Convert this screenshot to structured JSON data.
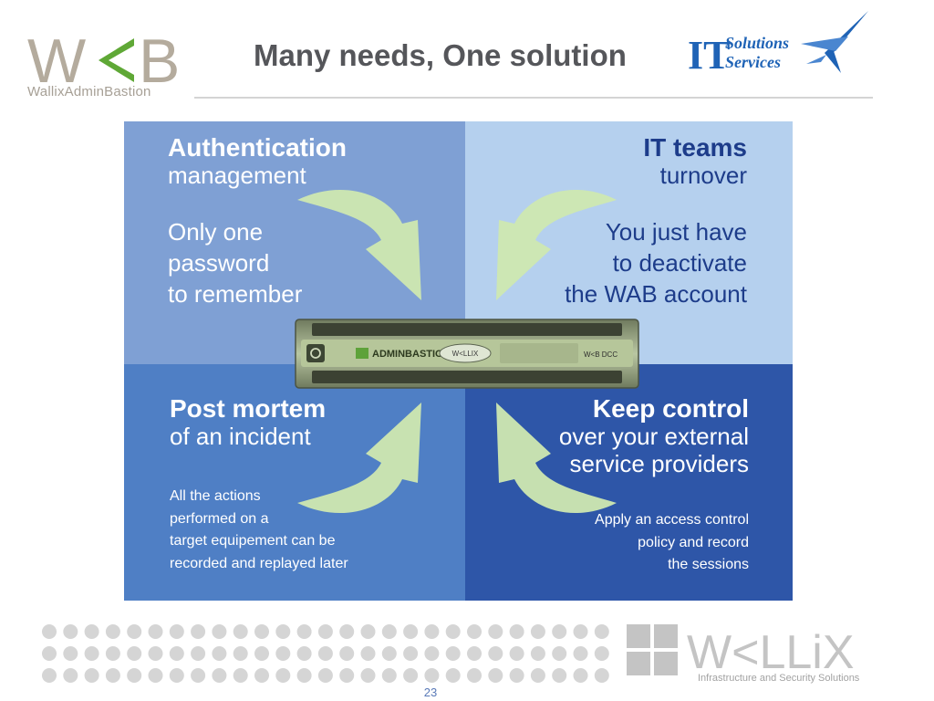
{
  "header": {
    "wab_logo_text": "WAB",
    "wab_logo_subtitle": "WallixAdminBastion",
    "title": "Many needs, One solution",
    "its_logo_text": [
      "IT",
      "Solutions",
      "Services"
    ]
  },
  "quadrants": {
    "top_left": {
      "title": "Authentication",
      "subtitle": "management",
      "body": [
        "Only one",
        "password",
        "to remember"
      ]
    },
    "top_right": {
      "title": "IT teams",
      "subtitle": "turnover",
      "body": [
        "You just have",
        "to deactivate",
        "the WAB account"
      ]
    },
    "bottom_left": {
      "title": "Post mortem",
      "subtitle": "of an incident",
      "body": [
        "All the actions",
        "performed on a",
        "target equipement can be",
        "recorded and replayed later"
      ]
    },
    "bottom_right": {
      "title": "Keep control",
      "subtitle": [
        "over your external",
        "service providers"
      ],
      "body": [
        "Apply an access control",
        "policy and record",
        "the sessions"
      ]
    }
  },
  "appliance": {
    "brand_label": "ADMINBASTION",
    "badge_label": "W<LLIX",
    "model_label": "W<B DCC"
  },
  "footer": {
    "company": "W<LLiX",
    "tagline": "Infrastructure and Security Solutions",
    "page_number": "23"
  },
  "colors": {
    "quad_top_left": "#7fa0d4",
    "quad_top_right": "#b5d0ee",
    "quad_bottom_left": "#4f7fc5",
    "quad_bottom_right": "#2e56a8",
    "arrow": "#cfe8b0",
    "title_gray": "#55565a",
    "brand_navy": "#1d3c8a"
  }
}
